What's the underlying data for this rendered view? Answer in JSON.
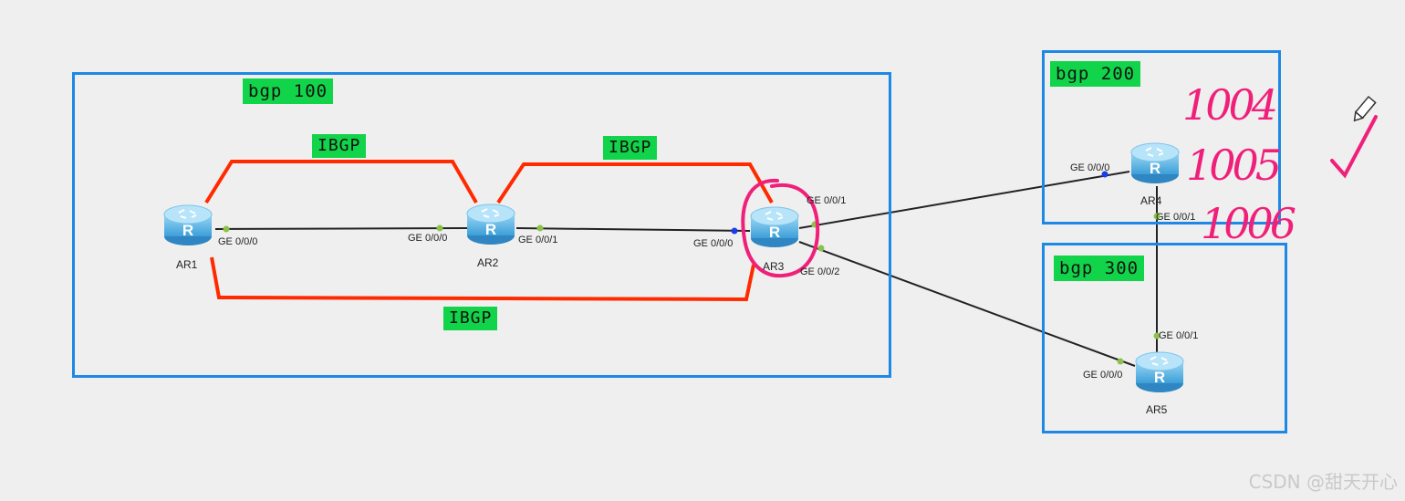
{
  "areas": {
    "bgp100": {
      "label": "bgp 100"
    },
    "bgp200": {
      "label": "bgp 200"
    },
    "bgp300": {
      "label": "bgp 300"
    }
  },
  "ibgp_labels": [
    "IBGP",
    "IBGP",
    "IBGP"
  ],
  "routers": {
    "ar1": {
      "name": "AR1"
    },
    "ar2": {
      "name": "AR2"
    },
    "ar3": {
      "name": "AR3"
    },
    "ar4": {
      "name": "AR4"
    },
    "ar5": {
      "name": "AR5"
    }
  },
  "ports": {
    "ar1_g000": "GE 0/0/0",
    "ar2_g000": "GE 0/0/0",
    "ar2_g001": "GE 0/0/1",
    "ar3_g000": "GE 0/0/0",
    "ar3_g001": "GE 0/0/1",
    "ar3_g002": "GE 0/0/2",
    "ar4_g000": "GE 0/0/0",
    "ar4_g001": "GE 0/0/1",
    "ar5_g001": "GE 0/0/1",
    "ar5_g000": "GE 0/0/0"
  },
  "annotations": {
    "line1": "1004",
    "line2": "1005",
    "line3": "1006",
    "check": "✓"
  },
  "watermark": "CSDN @甜天开心",
  "colors": {
    "area_border": "#1e88e5",
    "label_bg": "#12d44a",
    "ibgp_line": "#ff2a00",
    "annotation": "#f0207a",
    "router_body": "#5fb6e8"
  }
}
